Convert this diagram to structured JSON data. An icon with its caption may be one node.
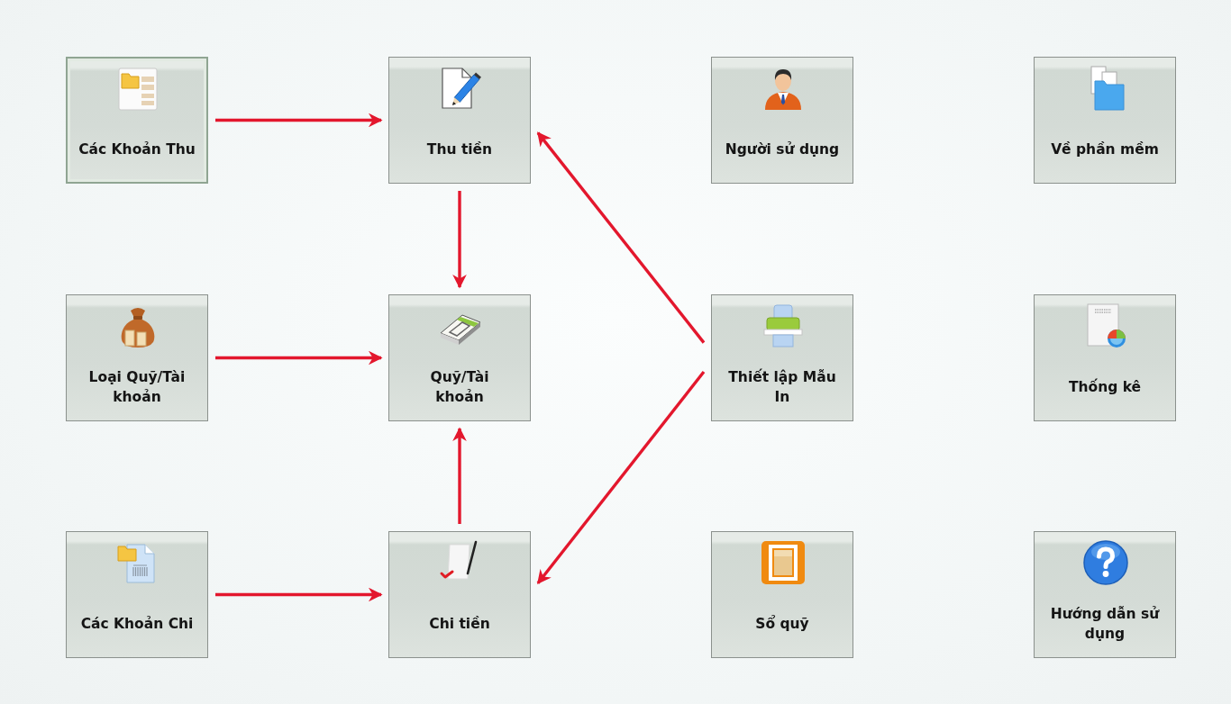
{
  "diagram": {
    "nodes": [
      {
        "text": [
          "Các Khoản Thu"
        ]
      },
      {
        "text": [
          "Thu tiền"
        ]
      },
      {
        "text": [
          "Người sử dụng"
        ]
      },
      {
        "text": [
          "Về phần mềm"
        ]
      },
      {
        "text": [
          "Loại Quỹ/Tài khoản"
        ]
      },
      {
        "text": [
          "Quỹ/Tài khoản"
        ]
      },
      {
        "text": [
          "Thiết lập Mẫu In"
        ]
      },
      {
        "text": [
          "Thống kê"
        ]
      },
      {
        "text": [
          "Các Khoản Chi"
        ]
      },
      {
        "text": [
          "Chi tiền"
        ]
      },
      {
        "text": [
          "Sổ quỹ"
        ]
      },
      {
        "text": [
          "Hướng dẫn sử dụng"
        ]
      }
    ],
    "edges": [
      {
        "from": 0,
        "to": 1,
        "arrow": "to"
      },
      {
        "from": 1,
        "to": 5,
        "arrow": "to"
      },
      {
        "from": 6,
        "to": 1,
        "arrow": "to"
      },
      {
        "from": 4,
        "to": 5,
        "arrow": "to"
      },
      {
        "from": 6,
        "to": 9,
        "arrow": "to"
      },
      {
        "from": 8,
        "to": 9,
        "arrow": "to"
      },
      {
        "from": 9,
        "to": 5,
        "arrow": "to"
      }
    ]
  }
}
